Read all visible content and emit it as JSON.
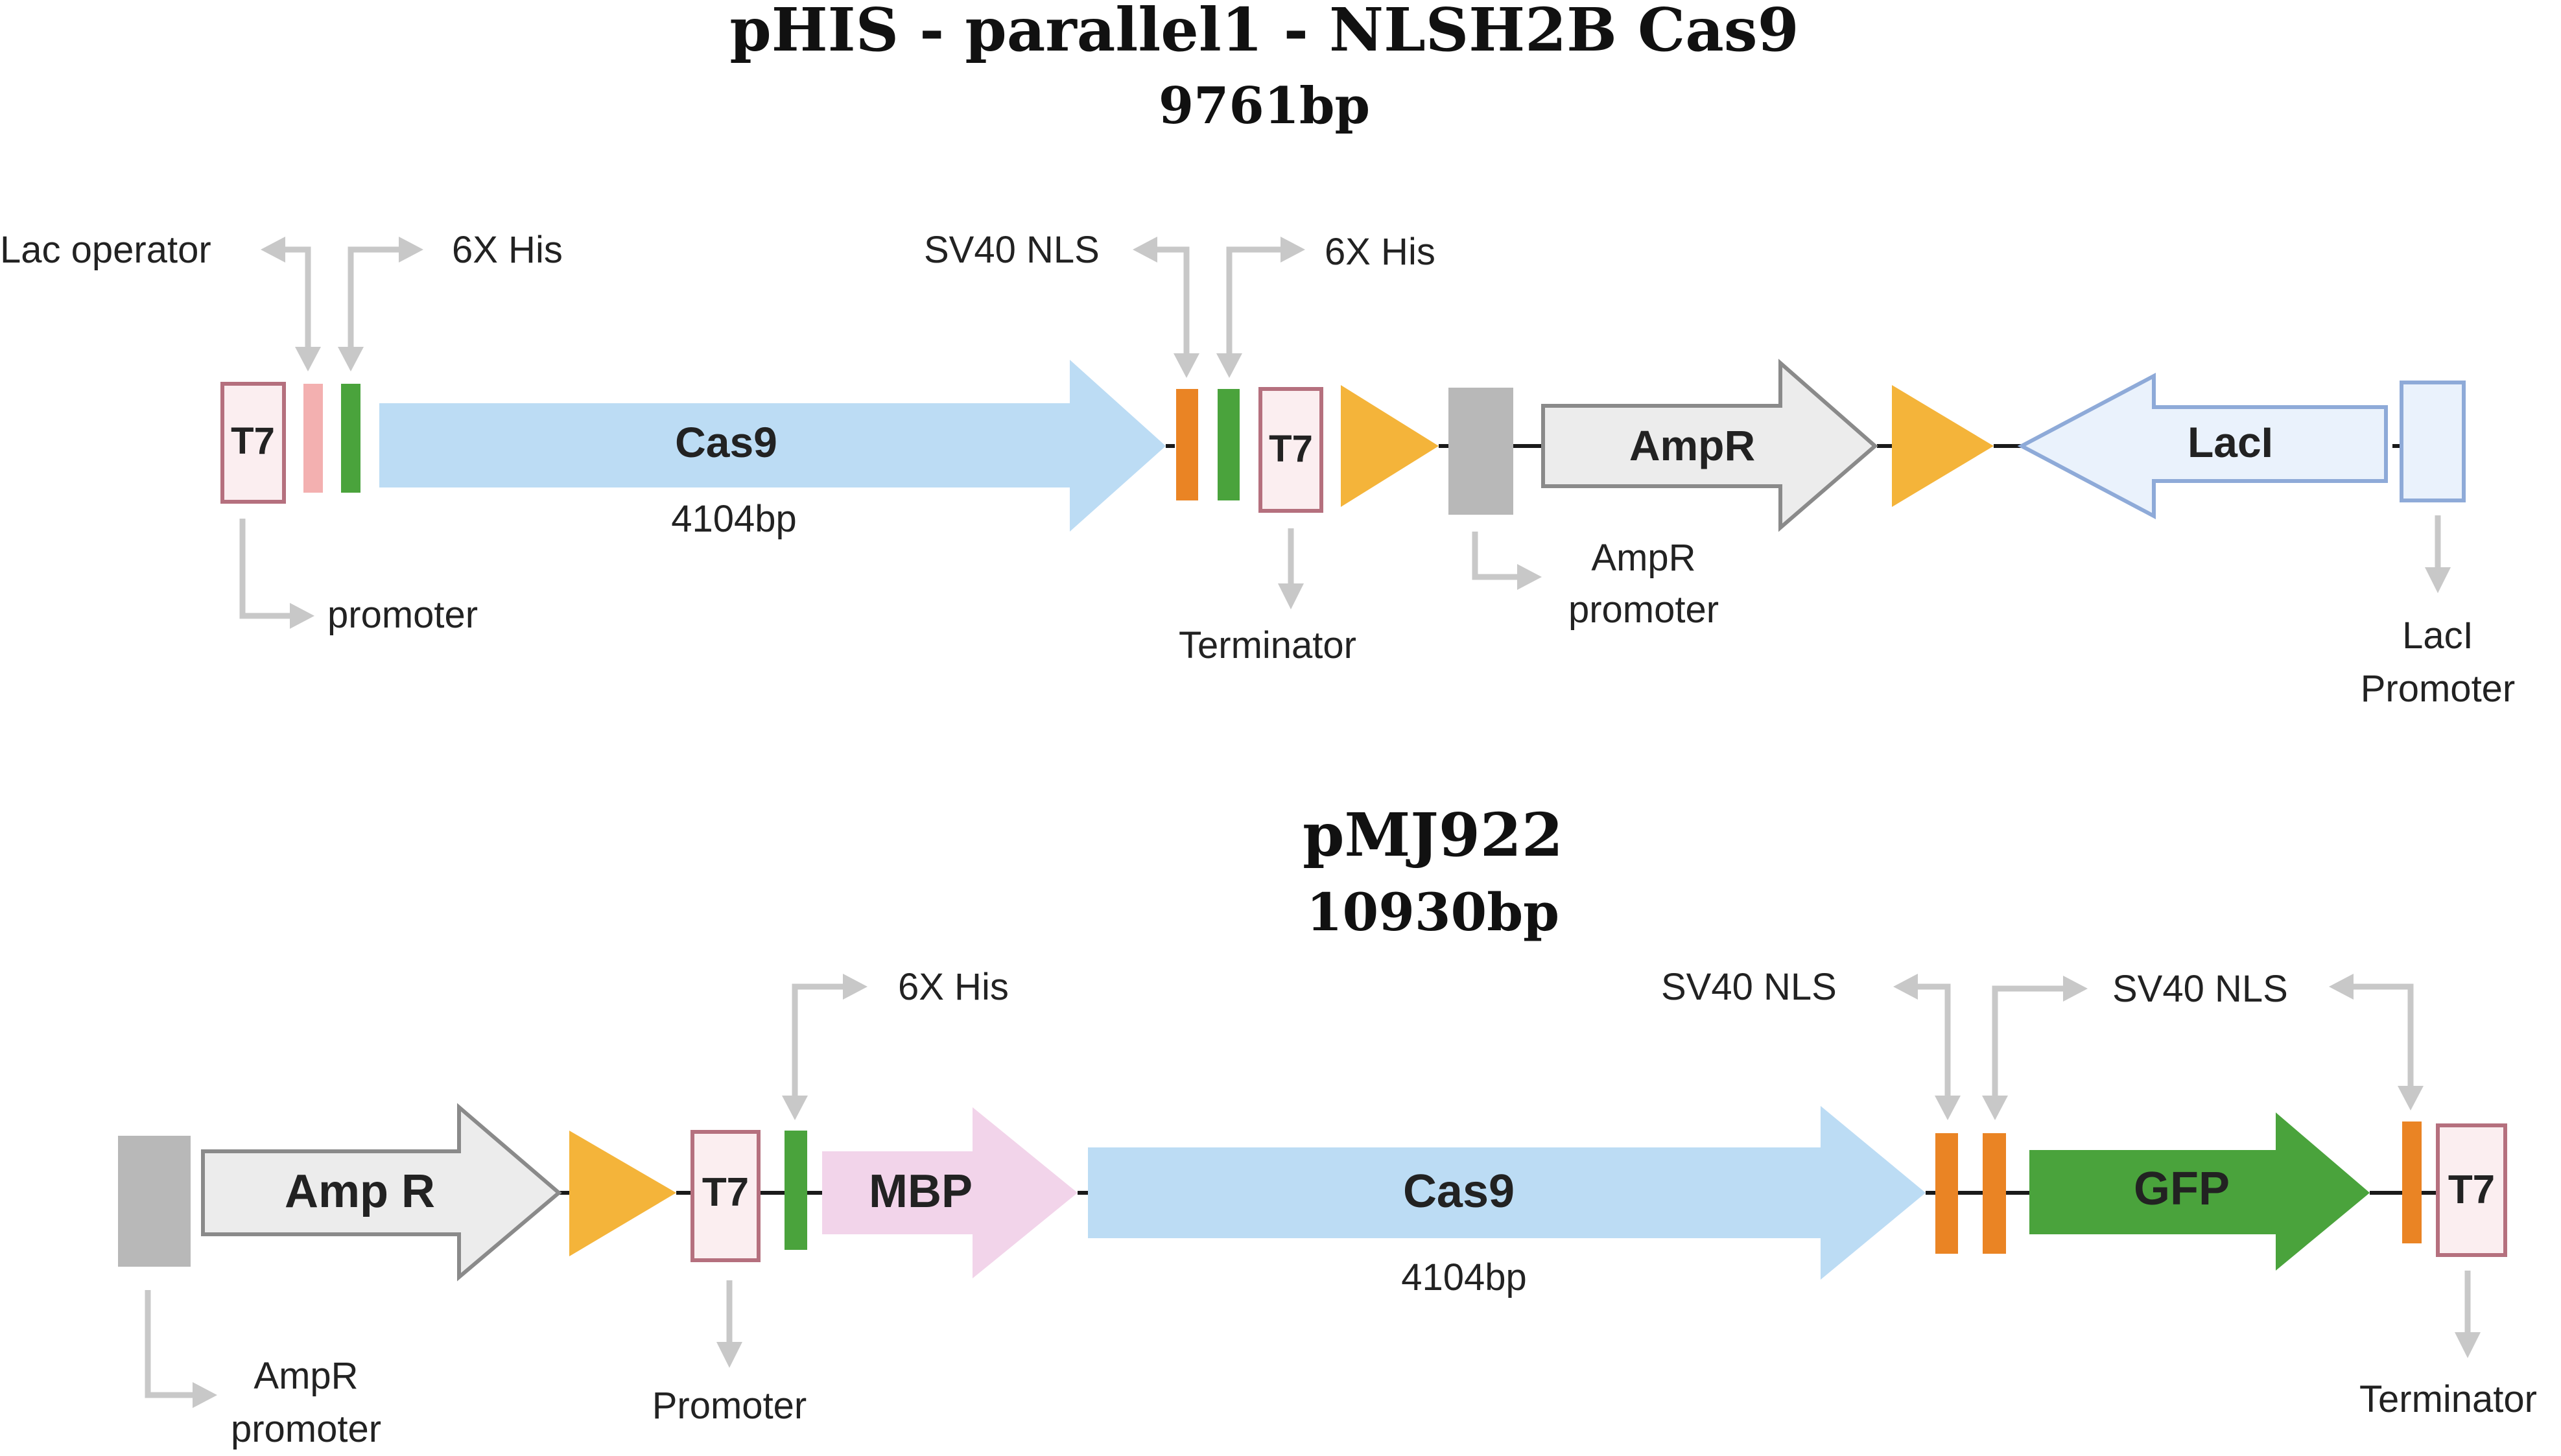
{
  "colors": {
    "t7_fill": "#fbeef0",
    "t7_stroke": "#b5707e",
    "lac_operator": "#f3b0b0",
    "his_tag": "#4aa33c",
    "nls": "#ea8424",
    "cas9": "#bcdcf4",
    "terminator_triangle": "#f4b43a",
    "amp_promoter": "#b8b8b8",
    "ampr_fill": "#ececec",
    "ampr_stroke": "#8a8a8a",
    "laci_fill": "#eaf2fc",
    "laci_stroke": "#8eaad8",
    "mbp": "#f2d4ea",
    "gfp": "#4aa33c",
    "callout": "#c8c8c8"
  },
  "plasmid1": {
    "title": "pHIS - parallel1 - NLSH2B Cas9",
    "size": "9761bp",
    "t7_left": "T7",
    "cas9": "Cas9",
    "cas9_size": "4104bp",
    "t7_right": "T7",
    "ampr": "AmpR",
    "laci": "LacI",
    "lac_operator": "Lac operator",
    "his_tag_1": "6X His",
    "sv40_nls": "SV40 NLS",
    "his_tag_2": "6X His",
    "promoter": "promoter",
    "terminator": "Terminator",
    "ampr_promoter_1": "AmpR",
    "ampr_promoter_2": "promoter",
    "laci_promoter_1": "LacI",
    "laci_promoter_2": "Promoter"
  },
  "plasmid2": {
    "title": "pMJ922",
    "size": "10930bp",
    "ampr": "Amp R",
    "t7_left": "T7",
    "mbp": "MBP",
    "cas9": "Cas9",
    "cas9_size": "4104bp",
    "gfp": "GFP",
    "t7_right": "T7",
    "his_tag": "6X His",
    "sv40_nls_1": "SV40 NLS",
    "sv40_nls_2": "SV40 NLS",
    "ampr_promoter_1": "AmpR",
    "ampr_promoter_2": "promoter",
    "promoter": "Promoter",
    "terminator": "Terminator"
  }
}
